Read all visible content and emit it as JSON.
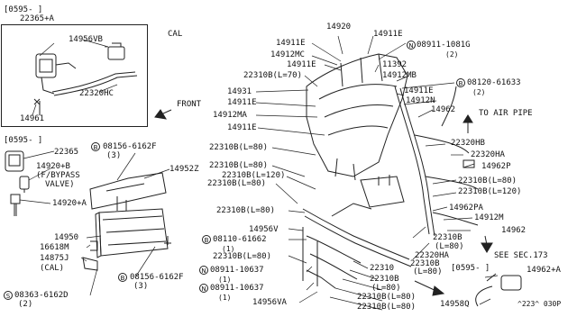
{
  "inset_box": {
    "header": "[0595-    ]",
    "parts": [
      "22365+A",
      "14956VB",
      "22320HC",
      "14961"
    ]
  },
  "top_note": "CAL",
  "front_label": "FRONT",
  "left_section": {
    "header": "[0595-    ]",
    "parts": {
      "p22365": "22365",
      "p14920b": "14920+B",
      "p14920b_desc1": "(F/BYPASS",
      "p14920b_desc2": "VALVE)",
      "p14920a": "14920+A",
      "p14950": "14950",
      "p16618m": "16618M",
      "p14875j": "14875J",
      "p14875j_note": "(CAL)",
      "p14952z": "14952Z",
      "bolt1": "08156-6162F",
      "bolt1_qty": "(3)",
      "bolt2": "08156-6162F",
      "bolt2_qty": "(3)",
      "screw": "08363-6162D",
      "screw_qty": "(2)"
    }
  },
  "center_labels": {
    "l14920": "14920",
    "l14911e_a": "14911E",
    "l14912mc": "14912MC",
    "l14911e_b": "14911E",
    "l22310b_l70": "22310B(L=70)",
    "l14931": "14931",
    "l14911e_c": "14911E",
    "l14912ma": "14912MA",
    "l14911e_d": "14911E",
    "l22310b_l80_a": "22310B(L=80)",
    "l22310b_l80_b": "22310B(L=80)",
    "l22310b_l120_a": "22310B(L=120)",
    "l22310b_l80_c": "22310B(L=80)",
    "l22310b_l80_d": "22310B(L=80)",
    "l14956v": "14956V",
    "bolt3": "08110-61662",
    "bolt3_qty": "(1)",
    "l22310b_l80_e": "22310B(L=80)",
    "nut1": "08911-10637",
    "nut1_qty": "(1)",
    "nut2": "08911-10637",
    "nut2_qty": "(1)",
    "l14956va": "14956VA",
    "l22310": "22310",
    "l22310b_a": "22310B",
    "l22310b_l80_f": "(L=80)",
    "l22310b_l80_g": "22310B(L=80)",
    "l22310b_l80_h": "22310B(L=80)",
    "l22310b_b": "22310B",
    "l22310b_b_len": "(L=80)",
    "l22320ha_lower": "22320HA",
    "l22310b_c": "22310B",
    "l22310b_c_len": "(L=80)"
  },
  "right_labels": {
    "l14911e_top": "14911E",
    "nut_top": "08911-1081G",
    "nut_top_qty": "(2)",
    "l11392": "11392",
    "l14912mb": "14912MB",
    "bolt_top": "08120-61633",
    "bolt_top_qty": "(2)",
    "l14911e_r": "14911E",
    "l14912n": "14912N",
    "l14962_a": "14962",
    "to_air_pipe": "TO AIR PIPE",
    "l22320hb": "22320HB",
    "l22320ha": "22320HA",
    "l14962p": "14962P",
    "l22310b_r80": "22310B(L=80)",
    "l22310b_r120": "22310B(L=120)",
    "l14962pa": "14962PA",
    "l14912m": "14912M",
    "l14962_b": "14962",
    "see_sec": "SEE SEC.173",
    "bottom_header": "[0595-    ]",
    "l14962a": "14962+A",
    "l14958q": "14958Q",
    "diagram_code": "^223^ 030P"
  }
}
